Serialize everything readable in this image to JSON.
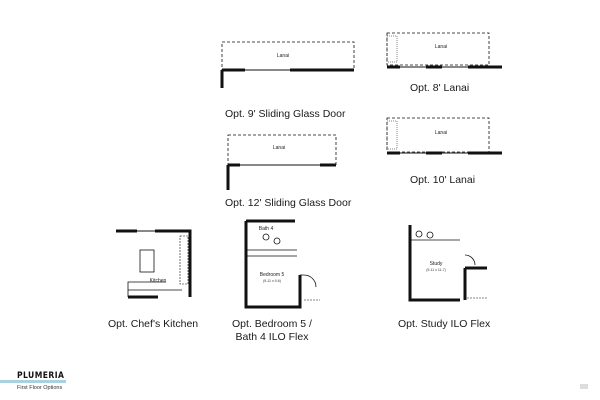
{
  "plans": [
    {
      "caption": "Opt. 9' Sliding Glass Door",
      "room": "Lanai"
    },
    {
      "caption": "Opt. 8' Lanai",
      "room": "Lanai"
    },
    {
      "caption": "Opt. 12' Sliding Glass Door",
      "room": "Lanai"
    },
    {
      "caption": "Opt. 10' Lanai",
      "room": "Lanai"
    },
    {
      "caption": "Opt. Chef's Kitchen",
      "room": "Kitchen"
    },
    {
      "caption": "Opt. Bedroom 5 / Bath 4 ILO Flex",
      "room": "Bedroom 5",
      "room_size": "(9-11 x 9-6)",
      "bath": "Bath 4"
    },
    {
      "caption": "Opt. Study ILO Flex",
      "room": "Study",
      "room_size": "(9-11 x 11-7)"
    }
  ],
  "footer": {
    "brand": "PLUMERIA",
    "subtitle": "First Floor Options",
    "accent_color": "#a9d2e0"
  }
}
